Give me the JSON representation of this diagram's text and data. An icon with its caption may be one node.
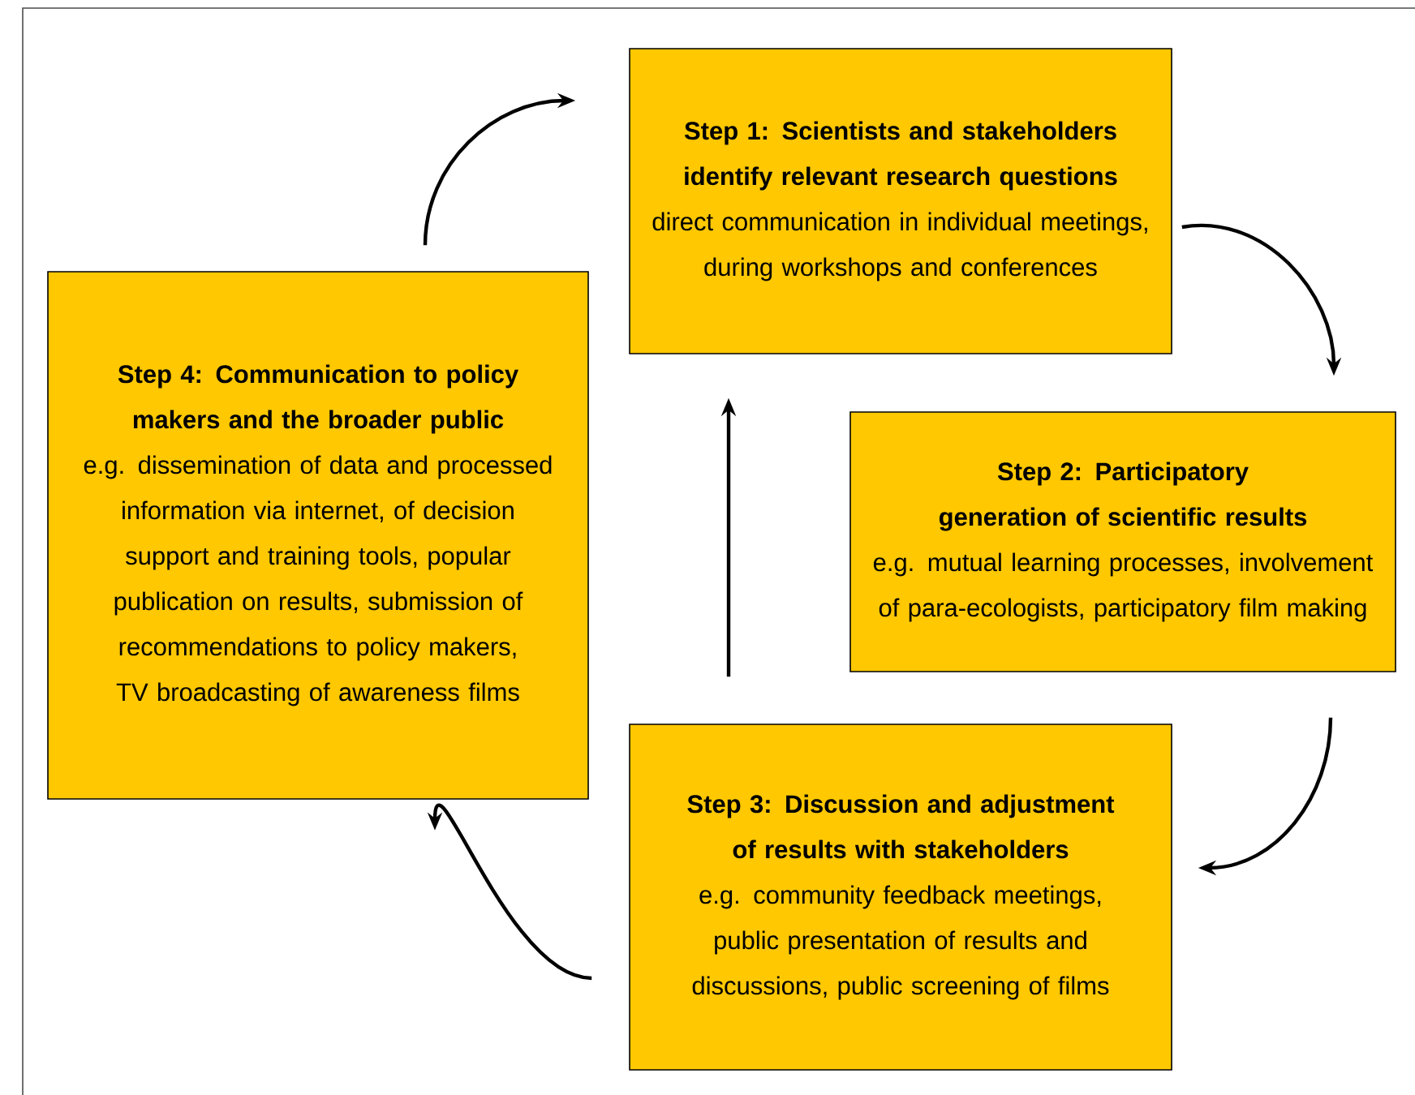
{
  "diagram": {
    "nodes": [
      {
        "text": [
          "Step 1: Scientists and stakeholders identify relevant research questions",
          "direct communication in individual meetings, during workshops and conferences"
        ]
      },
      {
        "text": [
          "Step 2: Participatory generation of scientific results",
          "e.g. mutual learning processes, involvement of para-ecologists, participatory film making"
        ]
      },
      {
        "text": [
          "Step 3: Discussion and adjustment of results with stakeholders",
          "e.g. community feedback meetings, public presentation of results and discussions, public screening of films"
        ]
      },
      {
        "text": [
          "Step 4: Communication to policy makers and the broader public",
          "e.g. dissemination of data and processed information via internet, of decision support and training tools, popular publication on results, submission of recommendations to policy makers, TV broadcasting of awareness films"
        ]
      }
    ],
    "edges": [
      {
        "from": 0,
        "to": 1,
        "arrow": "to"
      },
      {
        "from": 1,
        "to": 2,
        "arrow": "to"
      },
      {
        "from": 2,
        "to": 3,
        "arrow": "to"
      },
      {
        "from": 3,
        "to": 0,
        "arrow": "to"
      },
      {
        "from": 2,
        "to": 0,
        "arrow": "to"
      }
    ]
  }
}
